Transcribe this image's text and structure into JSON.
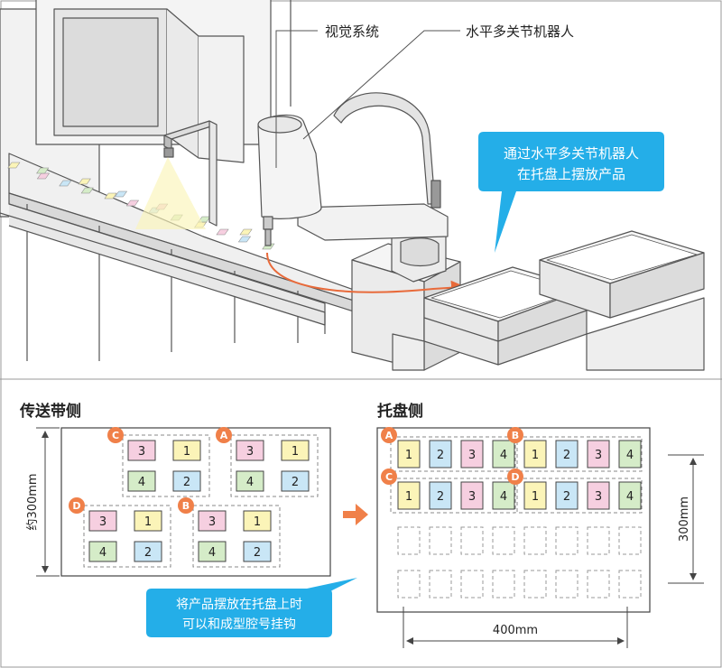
{
  "labels": {
    "vision_system": "视觉系统",
    "scara_robot": "水平多关节机器人",
    "callout_top": [
      "通过水平多关节机器人",
      "在托盘上摆放产品"
    ],
    "conveyor_side": "传送带侧",
    "tray_side": "托盘侧",
    "callout_bottom": [
      "将产品摆放在托盘上时",
      "可以和成型腔号挂钩"
    ],
    "dim_conveyor": "约300mm",
    "dim_tray_h": "300mm",
    "dim_tray_w": "400mm"
  },
  "groups": [
    "A",
    "B",
    "C",
    "D"
  ],
  "cavities": [
    "1",
    "2",
    "3",
    "4"
  ],
  "tray_row_1": {
    "left": "A",
    "right": "B",
    "cells": [
      "1",
      "2",
      "3",
      "4",
      "1",
      "2",
      "3",
      "4"
    ]
  },
  "tray_row_2": {
    "left": "C",
    "right": "D",
    "cells": [
      "1",
      "2",
      "3",
      "4",
      "1",
      "2",
      "3",
      "4"
    ]
  },
  "colors": {
    "cavity_1": "#fbf4b8",
    "cavity_2": "#c9e6f6",
    "cavity_3": "#f6cfe0",
    "cavity_4": "#d5ecc8",
    "badge": "#f08049",
    "callout": "#24aee8",
    "path_arrow": "#e86a3a",
    "line": "#555555"
  }
}
